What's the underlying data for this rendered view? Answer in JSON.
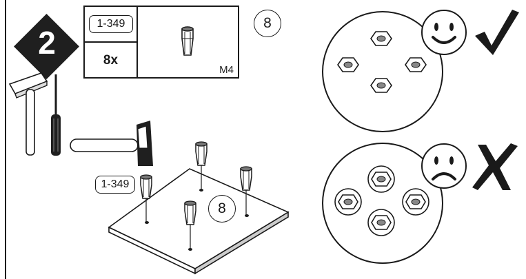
{
  "step": {
    "number": "2"
  },
  "parts_table": {
    "part_code": "1-349",
    "quantity": "8x",
    "size": "M4"
  },
  "count_badge_top": "8",
  "board_label": "1-349",
  "count_badge_board": "8",
  "examples": {
    "correct_mark": "✓",
    "wrong_mark": "✗"
  }
}
